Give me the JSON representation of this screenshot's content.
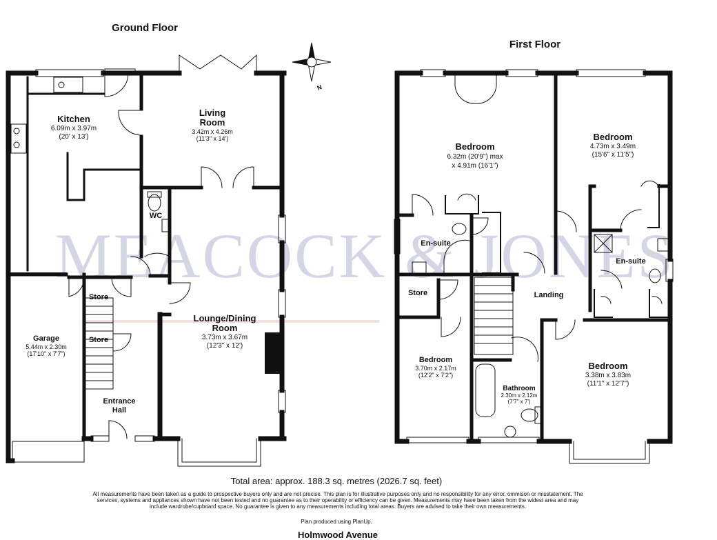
{
  "ground_floor": {
    "title": "Ground Floor",
    "kitchen": {
      "name": "Kitchen",
      "metric": "6.09m x 3.97m",
      "imperial": "(20' x 13')"
    },
    "living": {
      "name_line1": "Living",
      "name_line2": "Room",
      "metric": "3.42m x 4.26m",
      "imperial": "(11'3\" x 14')"
    },
    "wc": {
      "name": "WC"
    },
    "store_top": {
      "name": "Store"
    },
    "store_mid": {
      "name": "Store"
    },
    "garage": {
      "name": "Garage",
      "metric": "5.44m x 2.30m",
      "imperial": "(17'10\" x 7'7\")"
    },
    "lounge": {
      "name_line1": "Lounge/Dining",
      "name_line2": "Room",
      "metric": "3.73m x 3.67m",
      "imperial": "(12'3\" x 12')"
    },
    "hall": {
      "name_line1": "Entrance",
      "name_line2": "Hall"
    }
  },
  "first_floor": {
    "title": "First Floor",
    "bed_main": {
      "name": "Bedroom",
      "metric": "6.32m (20'9\") max",
      "imperial": "x 4.91m (16'1\")"
    },
    "bed_right": {
      "name": "Bedroom",
      "metric": "4.73m x 3.49m",
      "imperial": "(15'6\" x 11'5\")"
    },
    "ensuite_left": {
      "name": "En-suite"
    },
    "ensuite_right": {
      "name": "En-suite"
    },
    "store": {
      "name": "Store"
    },
    "landing": {
      "name": "Landing"
    },
    "bed_small": {
      "name": "Bedroom",
      "metric": "3.70m x 2.17m",
      "imperial": "(12'2\" x 7'2\")"
    },
    "bathroom": {
      "name": "Bathroom",
      "metric": "2.30m x 2.12m",
      "imperial": "(7'7\" x 7')"
    },
    "bed_br": {
      "name": "Bedroom",
      "metric": "3.38m x 3.83m",
      "imperial": "(11'1\" x 12'7\")"
    }
  },
  "compass": {
    "label": "N"
  },
  "watermark": "MEACOCK & JONES",
  "total_area": "Total area: approx. 188.3 sq. metres (2026.7 sq. feet)",
  "disclaimer": "All measurements have been taken as a guide to prospective buyers only and are not precise. This plan is for illustrative purposes only and no responsibility for any error, ommison or misstatement. The services, systems and appliances shown have not been tested and no guarantee as to their operability or efficiency can be given. Measurements may have been taken from the widest area and may include wardrobe/cupboard space. No guarantee is given to any measurements including total areas. Buyers are advised to take their own measurements.",
  "produced_by": "Plan produced using PlanUp.",
  "street": "Holmwood Avenue"
}
